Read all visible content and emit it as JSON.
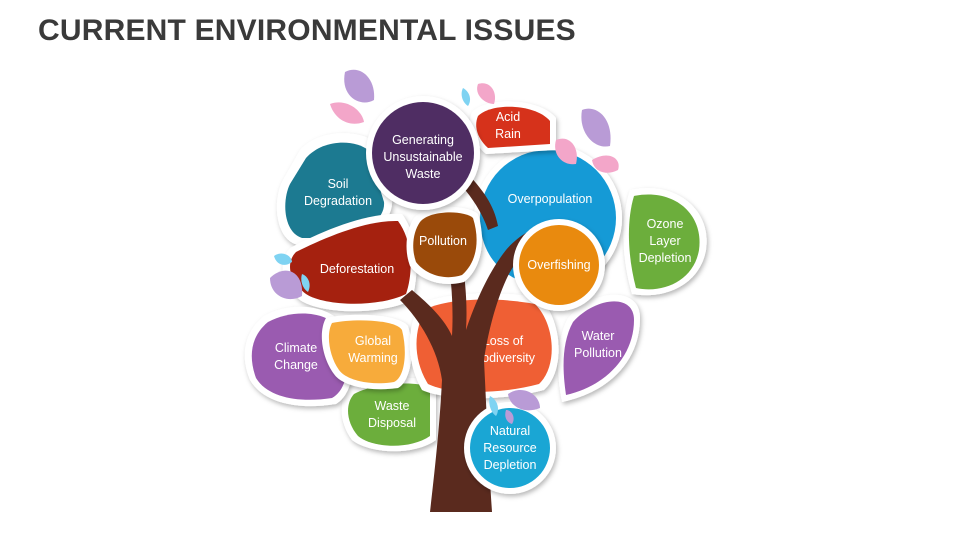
{
  "title": "CURRENT ENVIRONMENTAL ISSUES",
  "colors": {
    "trunk": "#5a2a1e",
    "teal": "#1c7a91",
    "purple_dark": "#4f2d63",
    "red": "#d6321b",
    "blue": "#159ad6",
    "green": "#6cae3c",
    "brown": "#9a4a0a",
    "maroon": "#a5210f",
    "orange": "#e98a0e",
    "coral": "#ef5f34",
    "purple": "#7b4a97",
    "violet": "#9a5bb0",
    "yellow": "#f7ab3b",
    "cyan": "#1aa6d4",
    "leaf_lilac": "#b99bd6",
    "leaf_pink": "#f3a6c9",
    "leaf_sky": "#7fd3f2"
  },
  "issues": [
    {
      "id": "soil",
      "lines": [
        "Soil",
        "Degradation"
      ]
    },
    {
      "id": "waste",
      "lines": [
        "Generating",
        "Unsustainable",
        "Waste"
      ]
    },
    {
      "id": "acid",
      "lines": [
        "Acid",
        "Rain"
      ]
    },
    {
      "id": "overpop",
      "lines": [
        "Overpopulation"
      ]
    },
    {
      "id": "ozone",
      "lines": [
        "Ozone",
        "Layer",
        "Depletion"
      ]
    },
    {
      "id": "pollution",
      "lines": [
        "Pollution"
      ]
    },
    {
      "id": "deforest",
      "lines": [
        "Deforestation"
      ]
    },
    {
      "id": "overfish",
      "lines": [
        "Overfishing"
      ]
    },
    {
      "id": "biodiv",
      "lines": [
        "Loss of",
        "Biodiversity"
      ]
    },
    {
      "id": "water",
      "lines": [
        "Water",
        "Pollution"
      ]
    },
    {
      "id": "climate",
      "lines": [
        "Climate",
        "Change"
      ]
    },
    {
      "id": "global",
      "lines": [
        "Global",
        "Warming"
      ]
    },
    {
      "id": "wastedisp",
      "lines": [
        "Waste",
        "Disposal"
      ]
    },
    {
      "id": "natural",
      "lines": [
        "Natural",
        "Resource",
        "Depletion"
      ]
    }
  ]
}
